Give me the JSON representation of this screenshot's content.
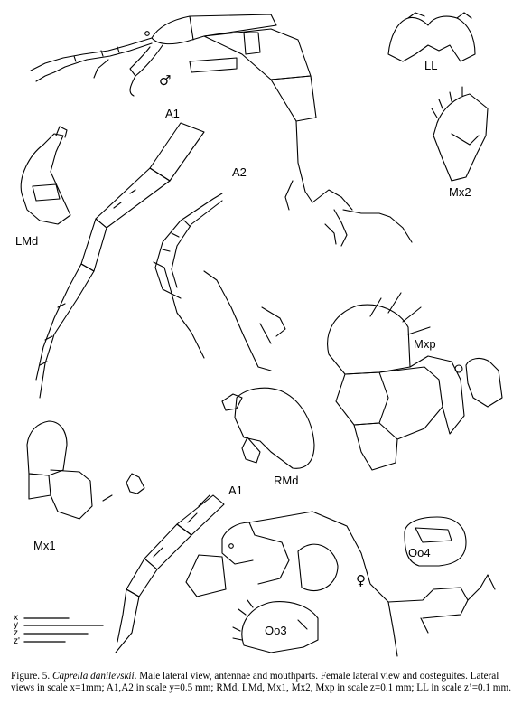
{
  "figure": {
    "labels": {
      "male_symbol": "♂",
      "female_symbol": "♀",
      "a1_top": "A1",
      "a2": "A2",
      "ll": "LL",
      "mx2": "Mx2",
      "lmd": "LMd",
      "mxp": "Mxp",
      "rmd": "RMd",
      "mx1": "Mx1",
      "a1_bottom": "A1",
      "oo4": "Oo4",
      "oo3": "Oo3"
    },
    "scale_bars": [
      "x",
      "y",
      "z",
      "z'"
    ],
    "caption": {
      "prefix": "Figure. 5. ",
      "species": "Caprella danilevskii",
      "rest": ". Male lateral view, antennae and mouthparts. Female lateral view and oosteguites. Lateral views in scale x=1mm; A1,A2 in scale y=0.5 mm; RMd, LMd, Mx1, Mx2, Mxp in scale z=0.1 mm; LL in scale z’=0.1 mm."
    }
  }
}
